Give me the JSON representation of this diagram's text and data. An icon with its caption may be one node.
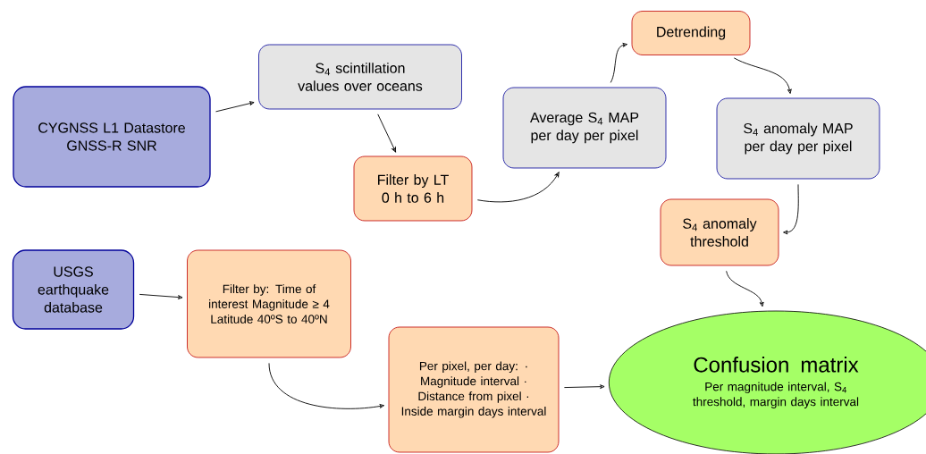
{
  "diagram": {
    "nodes": [
      {
        "text": [
          "CYGNSS L1 Datastore GNSS-R SNR"
        ]
      },
      {
        "text": [
          "S$_{4}$ scintillation values over oceans"
        ]
      },
      {
        "text": [
          "Filter by LT 0 h to 6 h"
        ]
      },
      {
        "text": [
          "Average S$_{4}$ MAP per day per pixel"
        ]
      },
      {
        "text": [
          "Detrending"
        ]
      },
      {
        "text": [
          "S$_{4}$ anomaly MAP per day per pixel"
        ]
      },
      {
        "text": [
          "S$_{4}$ anomaly threshold"
        ]
      },
      {
        "text": [
          "USGS earthquake database"
        ]
      },
      {
        "text": [
          "Filter by: Time of interest Magnitude ≥ 4 Latitude 40ºS to 40ºN"
        ]
      },
      {
        "text": [
          "Per pixel, per day: · Magnitude interval · Distance from pixel · Inside margin days interval"
        ]
      },
      {
        "text": [
          "Confusion matrix",
          "Per magnitude interval, S$_{4}$ threshold, margin days interval"
        ]
      }
    ],
    "edges": [
      {
        "from": 0,
        "to": 1,
        "arrow": "to"
      },
      {
        "from": 1,
        "to": 2,
        "arrow": "to"
      },
      {
        "from": 2,
        "to": 3,
        "arrow": "to"
      },
      {
        "from": 3,
        "to": 4,
        "arrow": "to"
      },
      {
        "from": 4,
        "to": 5,
        "arrow": "to"
      },
      {
        "from": 5,
        "to": 6,
        "arrow": "to"
      },
      {
        "from": 6,
        "to": 10,
        "arrow": "to"
      },
      {
        "from": 7,
        "to": 8,
        "arrow": "to"
      },
      {
        "from": 8,
        "to": 9,
        "arrow": "to"
      },
      {
        "from": 9,
        "to": 10,
        "arrow": "to"
      }
    ]
  }
}
